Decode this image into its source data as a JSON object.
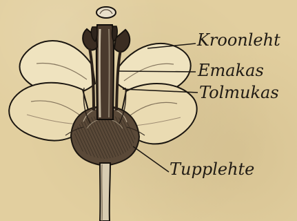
{
  "figure": {
    "labels": {
      "kroonleht": "Kroonleht",
      "emakas": "Emakas",
      "tolmukas": "Tolmukas",
      "tupplehte": "Tupplehte"
    }
  }
}
